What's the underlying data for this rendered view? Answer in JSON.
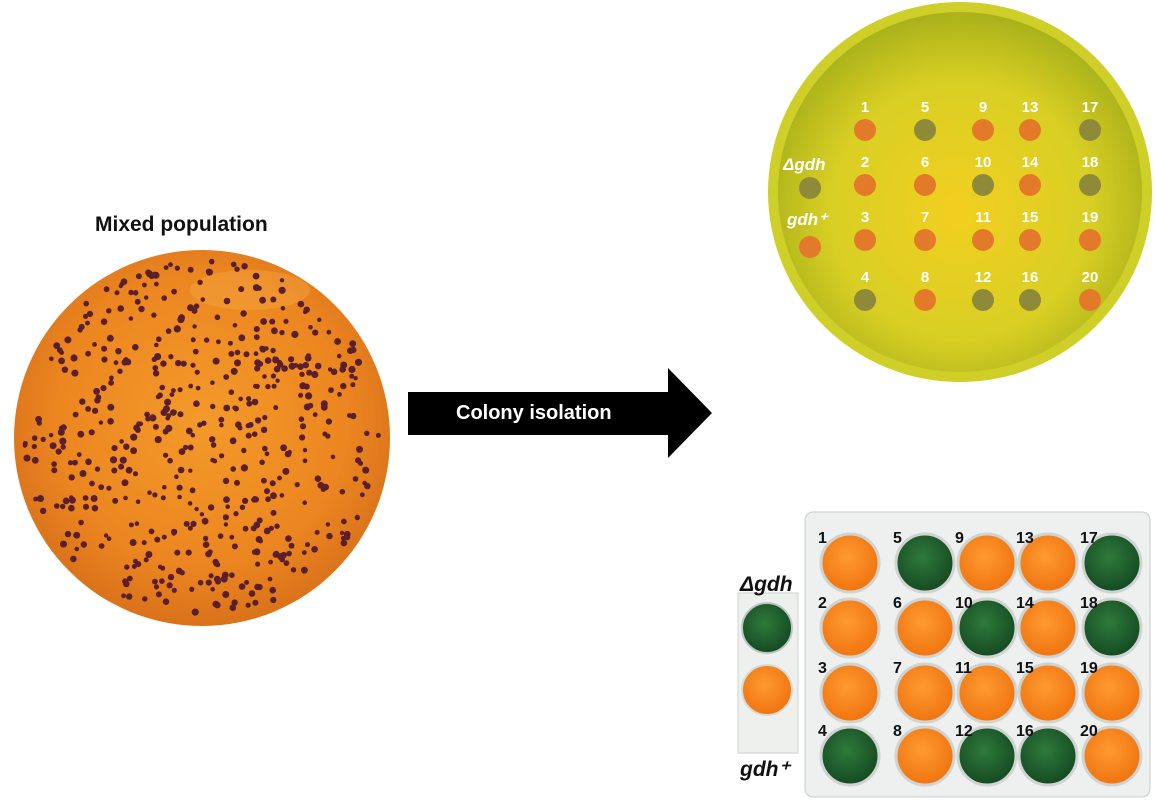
{
  "left_panel": {
    "title": "Mixed population"
  },
  "arrow": {
    "label": "Colony isolation"
  },
  "controls": {
    "delta_gdh": "Δgdh",
    "gdh_plus": "gdh⁺"
  },
  "colors": {
    "orange_plate": "#ef8a1a",
    "colony_dark": "#5a1f2a",
    "yellow_plate": "#cdd12a",
    "spot_orange": "#e37a2a",
    "spot_olive": "#8e8a3a",
    "well_orange": "#fb8a1a",
    "well_green": "#1f5f2c",
    "arrow": "#000000"
  },
  "agar_plate": {
    "spots": [
      {
        "number": "1",
        "phenotype": "orange"
      },
      {
        "number": "2",
        "phenotype": "orange"
      },
      {
        "number": "3",
        "phenotype": "orange"
      },
      {
        "number": "4",
        "phenotype": "olive"
      },
      {
        "number": "5",
        "phenotype": "olive"
      },
      {
        "number": "6",
        "phenotype": "orange"
      },
      {
        "number": "7",
        "phenotype": "orange"
      },
      {
        "number": "8",
        "phenotype": "orange"
      },
      {
        "number": "9",
        "phenotype": "orange"
      },
      {
        "number": "10",
        "phenotype": "olive"
      },
      {
        "number": "11",
        "phenotype": "orange"
      },
      {
        "number": "12",
        "phenotype": "olive"
      },
      {
        "number": "13",
        "phenotype": "orange"
      },
      {
        "number": "14",
        "phenotype": "orange"
      },
      {
        "number": "15",
        "phenotype": "orange"
      },
      {
        "number": "16",
        "phenotype": "olive"
      },
      {
        "number": "17",
        "phenotype": "olive"
      },
      {
        "number": "18",
        "phenotype": "olive"
      },
      {
        "number": "19",
        "phenotype": "orange"
      },
      {
        "number": "20",
        "phenotype": "orange"
      }
    ]
  },
  "well_plate": {
    "wells": [
      {
        "number": "1",
        "phenotype": "orange"
      },
      {
        "number": "2",
        "phenotype": "orange"
      },
      {
        "number": "3",
        "phenotype": "orange"
      },
      {
        "number": "4",
        "phenotype": "green"
      },
      {
        "number": "5",
        "phenotype": "green"
      },
      {
        "number": "6",
        "phenotype": "orange"
      },
      {
        "number": "7",
        "phenotype": "orange"
      },
      {
        "number": "8",
        "phenotype": "orange"
      },
      {
        "number": "9",
        "phenotype": "orange"
      },
      {
        "number": "10",
        "phenotype": "green"
      },
      {
        "number": "11",
        "phenotype": "orange"
      },
      {
        "number": "12",
        "phenotype": "green"
      },
      {
        "number": "13",
        "phenotype": "orange"
      },
      {
        "number": "14",
        "phenotype": "orange"
      },
      {
        "number": "15",
        "phenotype": "orange"
      },
      {
        "number": "16",
        "phenotype": "green"
      },
      {
        "number": "17",
        "phenotype": "green"
      },
      {
        "number": "18",
        "phenotype": "green"
      },
      {
        "number": "19",
        "phenotype": "orange"
      },
      {
        "number": "20",
        "phenotype": "orange"
      }
    ]
  }
}
